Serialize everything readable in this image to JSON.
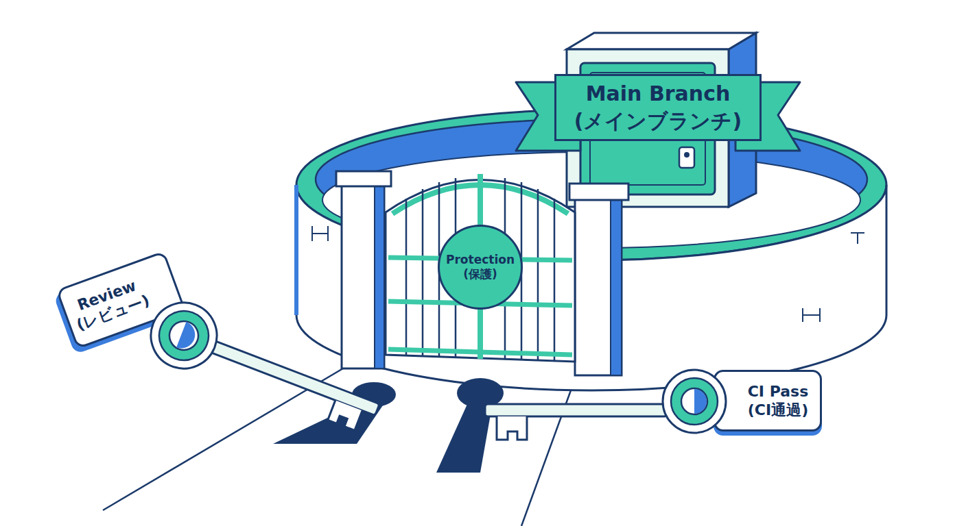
{
  "diagram": {
    "nodes": [
      {
        "text": [
          "Main Branch",
          "(メインブランチ)"
        ]
      },
      {
        "text": [
          "Protection",
          "(保護)"
        ]
      },
      {
        "text": [
          "Review",
          "(レビュー)"
        ]
      },
      {
        "text": [
          "CI Pass",
          "(CI通過)"
        ]
      }
    ]
  }
}
